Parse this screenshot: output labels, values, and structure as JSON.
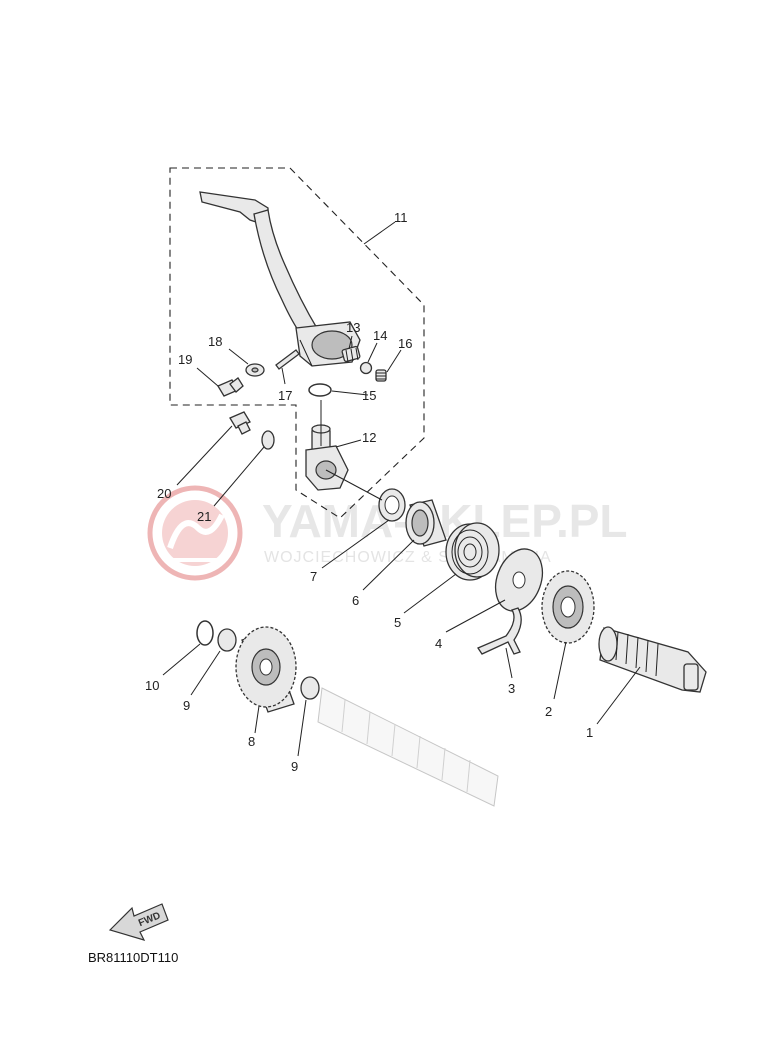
{
  "watermark": {
    "brand": "YAMA-SKLEP.PL",
    "tagline": "WOJCIECHOWICZ & SYN YAMAHA",
    "logo_color": "#e8a0a0"
  },
  "callouts": {
    "p1": "1",
    "p2": "2",
    "p3": "3",
    "p4": "4",
    "p5": "5",
    "p6": "6",
    "p7": "7",
    "p8": "8",
    "p9a": "9",
    "p9b": "9",
    "p10": "10",
    "p11": "11",
    "p12": "12",
    "p13": "13",
    "p14": "14",
    "p15": "15",
    "p16": "16",
    "p17": "17",
    "p18": "18",
    "p19": "19",
    "p20": "20",
    "p21": "21"
  },
  "fwd_label": "FWD",
  "diagram_code": "BR81110DT110"
}
